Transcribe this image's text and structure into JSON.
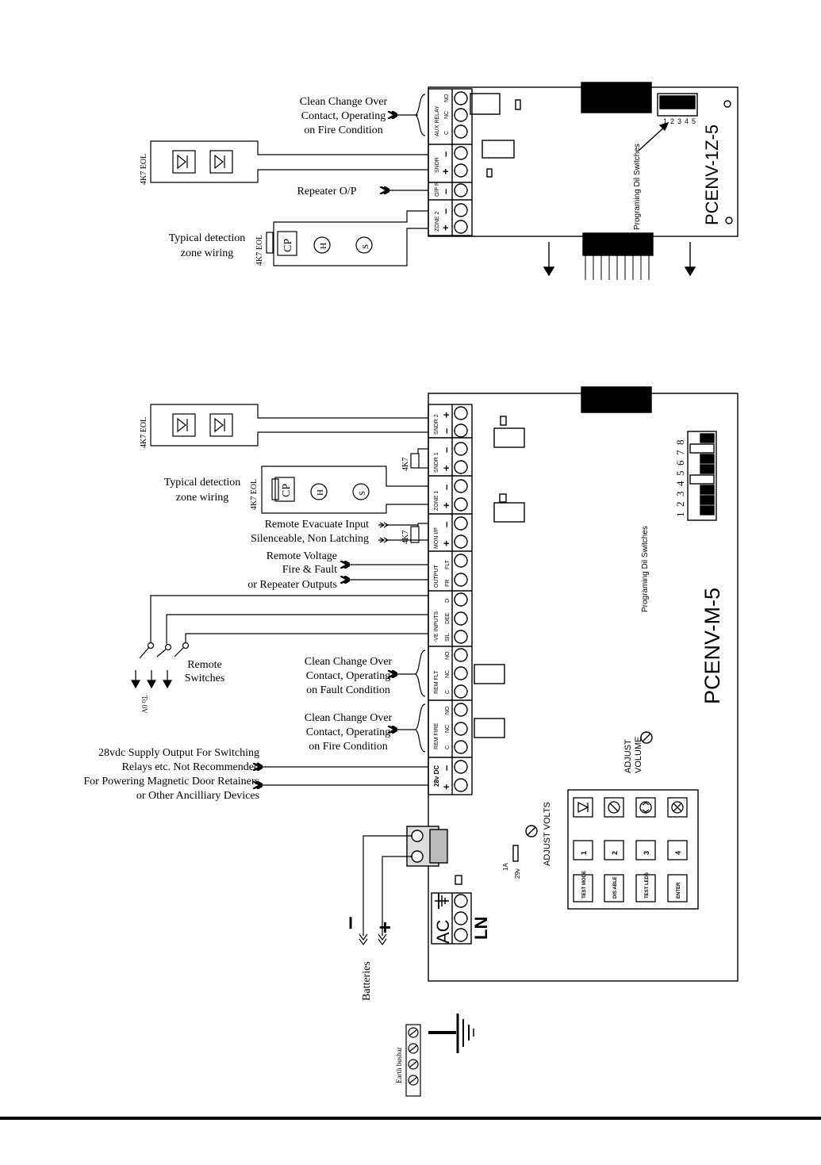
{
  "zone_board": {
    "model": "PCENV-1Z-5",
    "dil_caption": "Programing Dil Switches",
    "dil_numbers": [
      "1",
      "2",
      "3",
      "4",
      "5"
    ],
    "terminal_groups": [
      "AUX RELAY",
      "SNDR",
      "O/P R",
      "ZONE 2"
    ],
    "terminal_labels": [
      "C",
      "NC",
      "NO",
      "+",
      "–",
      "–",
      "+",
      "–"
    ],
    "aux_callout": [
      "Clean Change Over",
      "Contact, Operating",
      "on Fire Condition"
    ],
    "repeater_label": "Repeater O/P",
    "sounder_eol": "4K7 EOL",
    "zone_eol": "4K7 EOL",
    "zone_caption": [
      "Typical detection",
      "zone wiring"
    ],
    "devices": [
      "CP",
      "H",
      "S"
    ]
  },
  "main_board": {
    "model": "PCENV-M-5",
    "dil_caption": "Programing Dil Switches",
    "dil_numbers": [
      "1",
      "2",
      "3",
      "4",
      "5",
      "6",
      "7",
      "8"
    ],
    "terminal_groups": [
      "SNDR 2",
      "SNDR 1",
      "ZONE 1",
      "MON I/P",
      "OUTPUT",
      "-VE INPUTS",
      "REM FLT",
      "REM FIRE",
      "28v DC"
    ],
    "terminal_labels": [
      "+",
      "–",
      "+",
      "–",
      "+",
      "–",
      "+",
      "–",
      "FLT",
      "FR",
      "D",
      "DEE",
      "SIL",
      "NO",
      "NC",
      "C",
      "NO",
      "NC",
      "C",
      "–",
      "+"
    ],
    "sounder_eol": "4K7 EOL",
    "resistor": "4K7",
    "zone_eol": "4K7 EOL",
    "zone_caption": [
      "Typical detection",
      "zone wiring"
    ],
    "devices": [
      "CP",
      "H",
      "S"
    ],
    "mon_callout": [
      "Remote Evacuate Input",
      "Silenceable, Non Latching"
    ],
    "output_callout": [
      "Remote Voltage",
      "Fire & Fault",
      "or Repeater Outputs"
    ],
    "switch_label": [
      "Remote",
      "Switches"
    ],
    "zero_v": "To 0V",
    "flt_callout": [
      "Clean Change Over",
      "Contact, Operating",
      "on Fault Condition"
    ],
    "fire_callout": [
      "Clean Change Over",
      "Contact, Operating",
      "on Fire Condition"
    ],
    "supply_callout": [
      "28vdc Supply Output For Switching",
      "Relays etc. Not Recommended",
      "For Powering Magnetic Door Retainers",
      "or Other Ancilliary Devices"
    ],
    "adjust_volume": [
      "ADJUST",
      "VOLUME"
    ],
    "adjust_volts": "ADJUST VOLTS",
    "fuse": [
      "1A",
      "29v"
    ],
    "keypad": [
      "TEST MODE",
      "DIS ABLE",
      "TEST LEDS",
      "ENTER",
      "1",
      "2",
      "3",
      "4"
    ],
    "ac": "AC",
    "ln": "LN",
    "battery_minus": "–",
    "battery_plus": "+",
    "batteries": "Batteries",
    "earth_busbar": "Earth busbar"
  },
  "colors": {
    "ink": "#000000",
    "paper": "#ffffff"
  }
}
